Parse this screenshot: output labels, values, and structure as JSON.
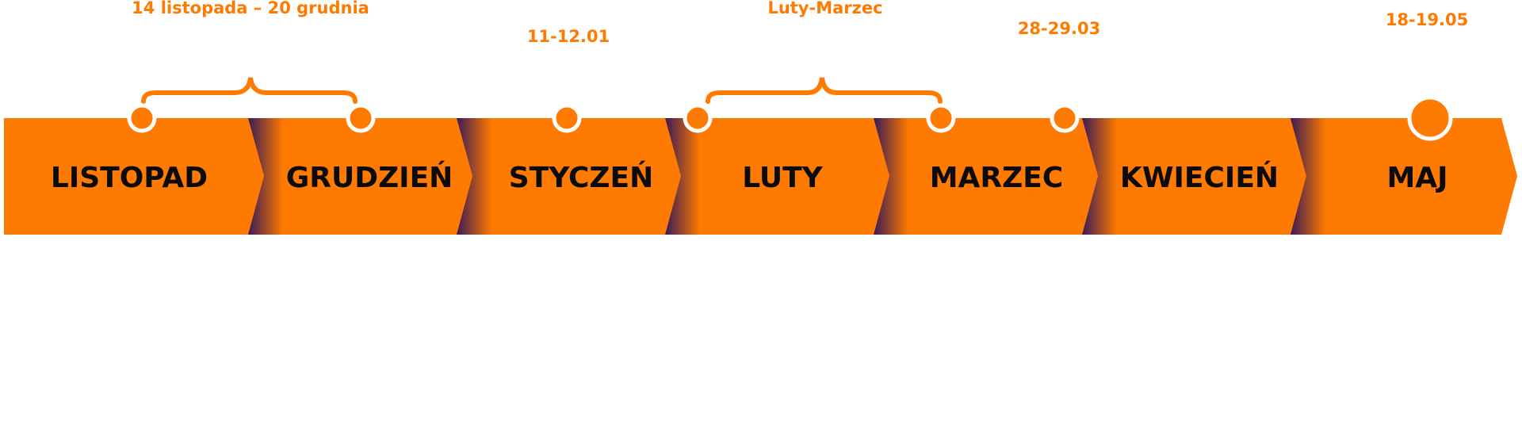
{
  "colors": {
    "accent": "#ff7a00",
    "shadow": "#3a1a55",
    "text": "#0b0b0b",
    "marker_fill": "#ff7a00",
    "marker_stroke": "#ffffff"
  },
  "timeline": {
    "months": [
      {
        "id": "listopad",
        "label": "LISTOPAD"
      },
      {
        "id": "grudzien",
        "label": "GRUDZIEŃ"
      },
      {
        "id": "styczen",
        "label": "STYCZEŃ"
      },
      {
        "id": "luty",
        "label": "LUTY"
      },
      {
        "id": "marzec",
        "label": "MARZEC"
      },
      {
        "id": "kwiecien",
        "label": "KWIECIEŃ"
      },
      {
        "id": "maj",
        "label": "MAJ"
      }
    ],
    "events": [
      {
        "id": "event-listopad-grudzien",
        "label": "14 listopada – 20 grudnia"
      },
      {
        "id": "event-styczen",
        "label": "11-12.01"
      },
      {
        "id": "event-luty-marzec",
        "label": "Luty-Marzec"
      },
      {
        "id": "event-marzec",
        "label": "28-29.03"
      },
      {
        "id": "event-maj",
        "label": "18-19.05"
      }
    ]
  }
}
